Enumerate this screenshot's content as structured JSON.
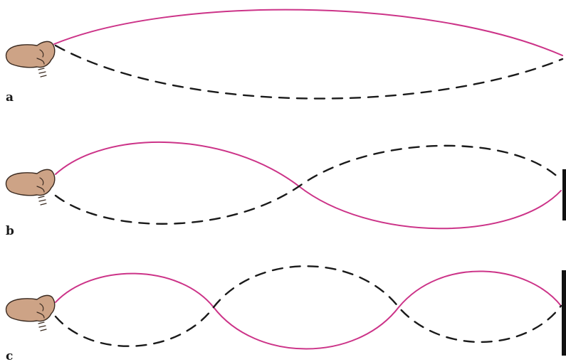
{
  "panels": [
    {
      "label": "a",
      "harmonic": 1
    },
    {
      "label": "b",
      "harmonic": 2
    },
    {
      "label": "c",
      "harmonic": 3
    }
  ],
  "colors": {
    "solid_wave": "#cc3388",
    "dashed_wave": "#1a1a1a",
    "hand": "#cda386",
    "wall": "#111111"
  }
}
